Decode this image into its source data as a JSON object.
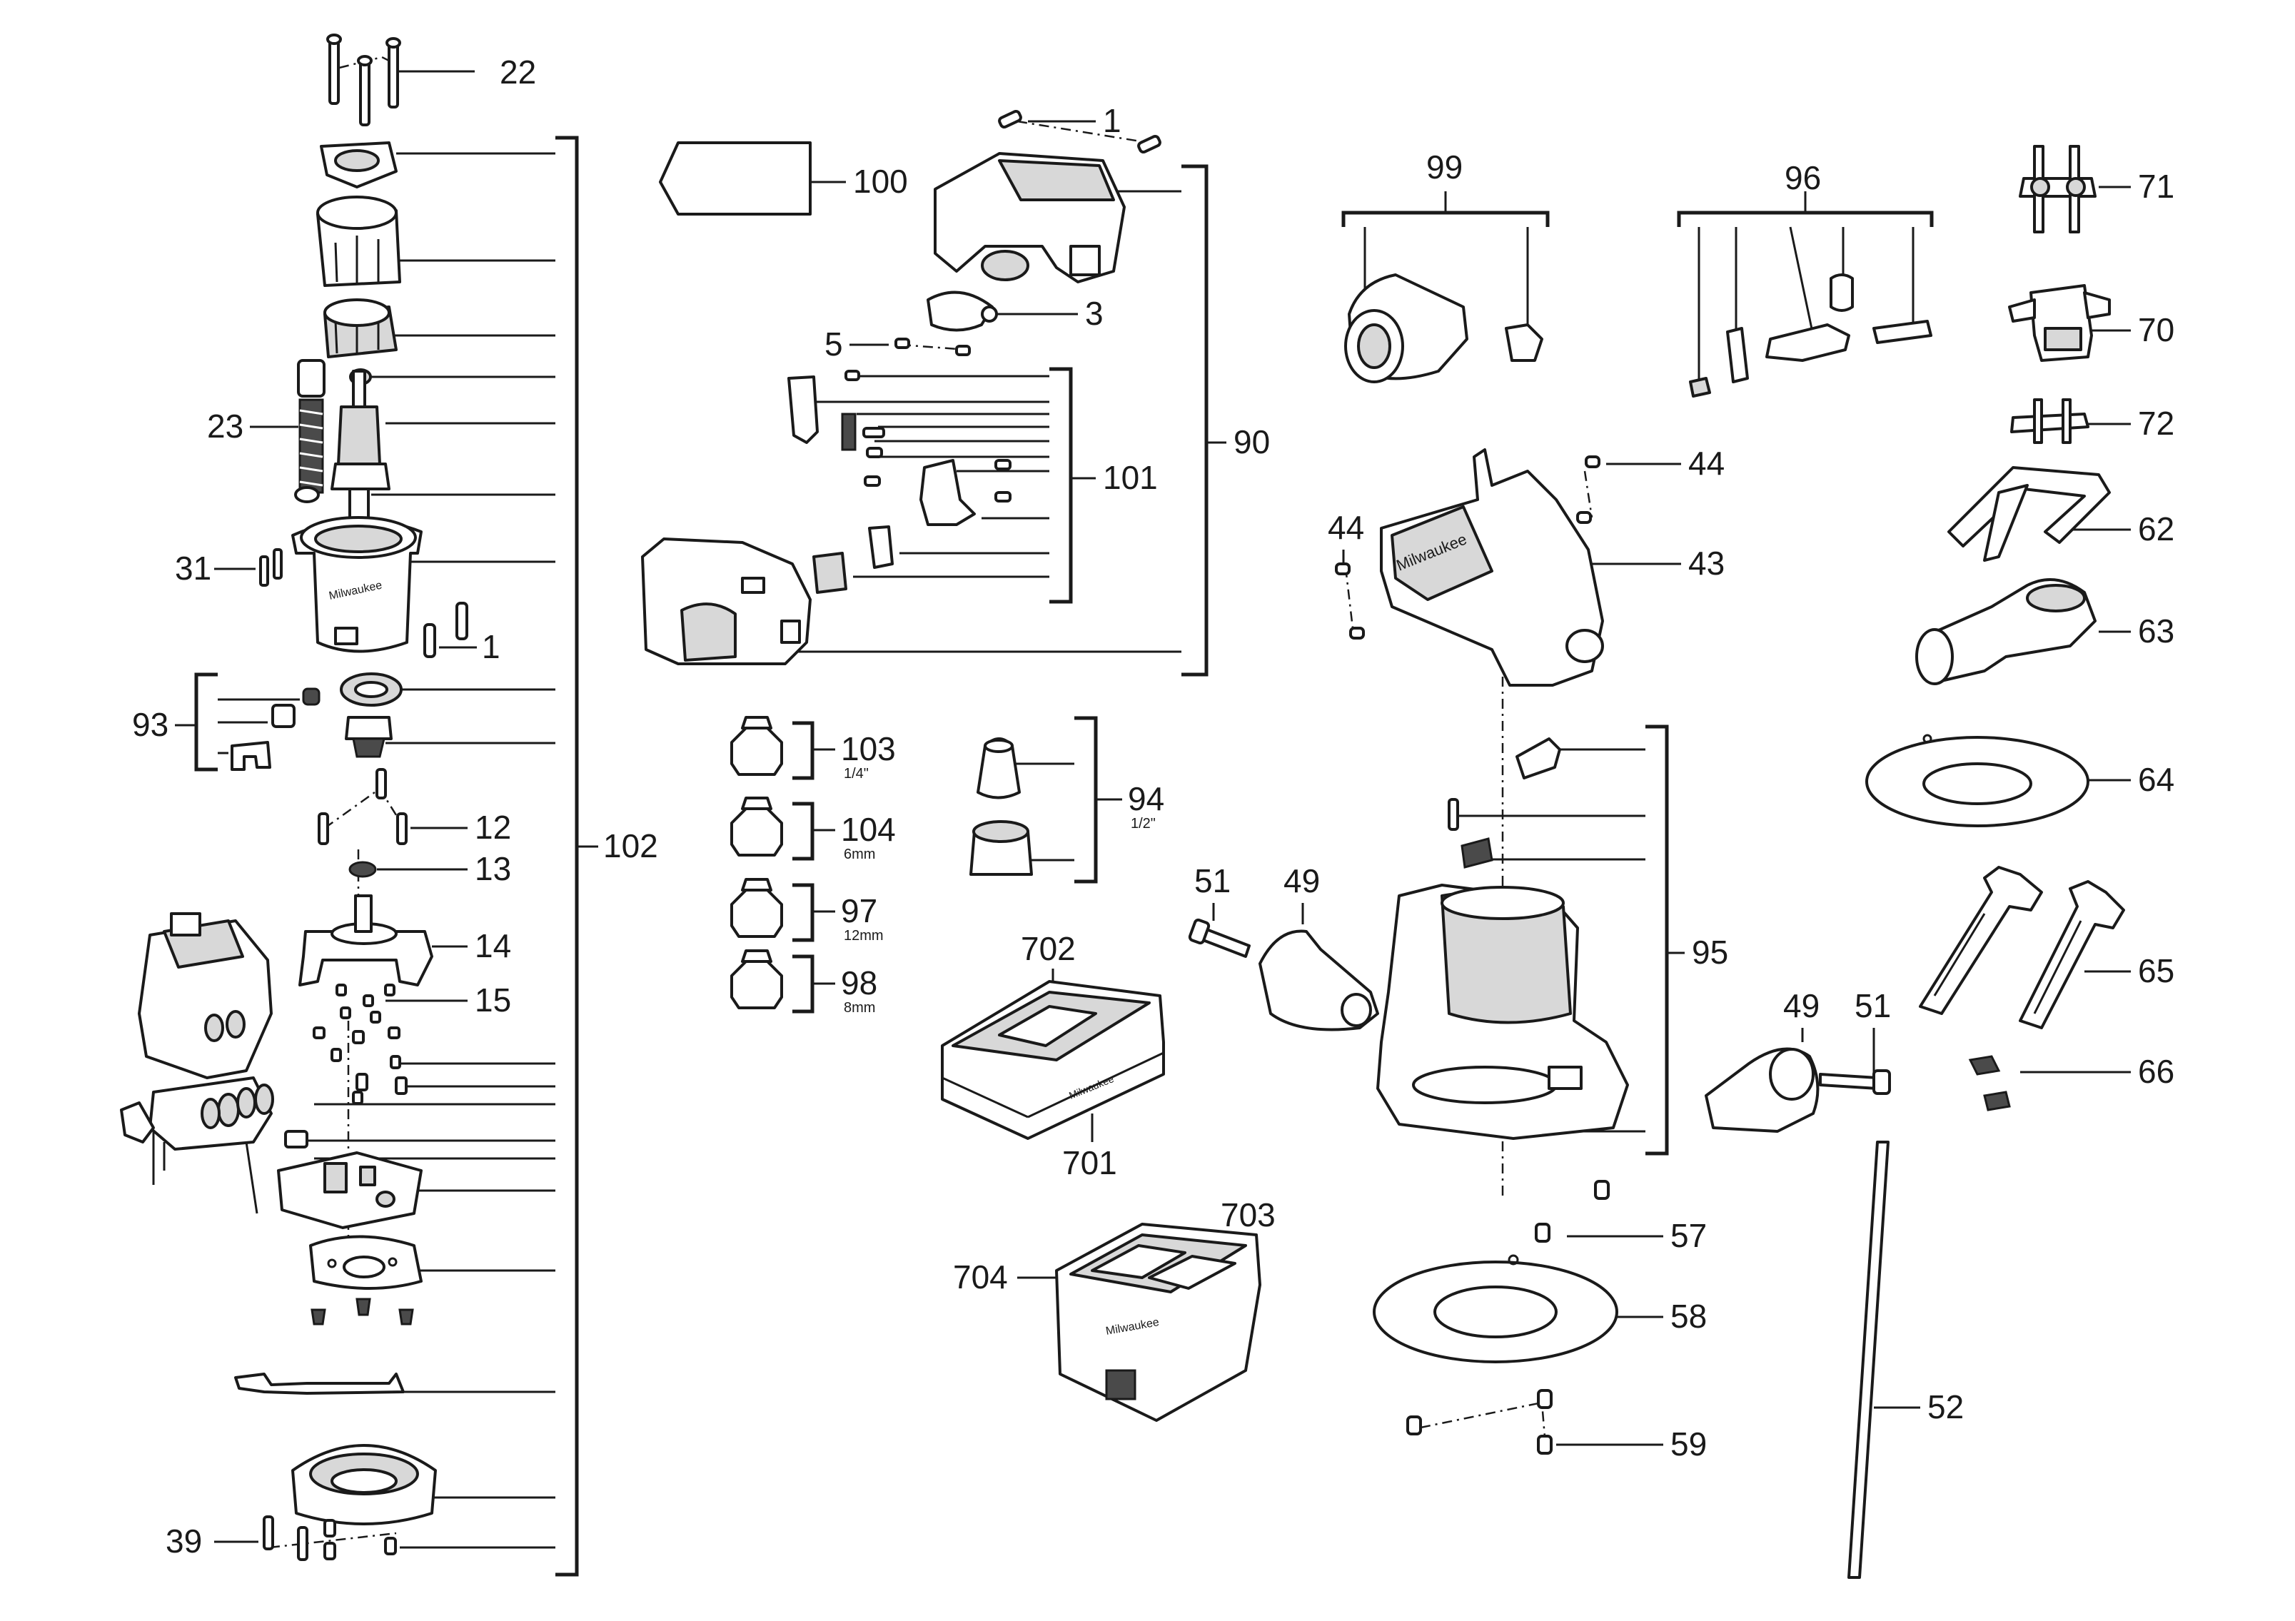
{
  "labels": {
    "n1a": "1",
    "n1b": "1",
    "n3": "3",
    "n5": "5",
    "n12": "12",
    "n13": "13",
    "n14": "14",
    "n15": "15",
    "n22": "22",
    "n23": "23",
    "n31": "31",
    "n39": "39",
    "n43": "43",
    "n44a": "44",
    "n44b": "44",
    "n49a": "49",
    "n49b": "49",
    "n51a": "51",
    "n51b": "51",
    "n52": "52",
    "n57": "57",
    "n58": "58",
    "n59": "59",
    "n62": "62",
    "n63": "63",
    "n64": "64",
    "n65": "65",
    "n66": "66",
    "n70": "70",
    "n71": "71",
    "n72": "72",
    "n90": "90",
    "n93": "93",
    "n94": "94",
    "n95": "95",
    "n96": "96",
    "n97": "97",
    "n98": "98",
    "n99": "99",
    "n100": "100",
    "n101": "101",
    "n102": "102",
    "n103": "103",
    "n104": "104",
    "n701": "701",
    "n702": "702",
    "n703": "703",
    "n704": "704"
  },
  "sublabels": {
    "s103": "1/4\"",
    "s104": "6mm",
    "s97": "12mm",
    "s98": "8mm",
    "s94": "1/2\""
  },
  "brand_text": {
    "housing_logo": "Milwaukee",
    "case_logo": "Milwaukee",
    "packout_logo": "Milwaukee",
    "motor_logo": "Milwaukee"
  },
  "colors": {
    "line": "#1a1a1a",
    "background": "#ffffff",
    "part_fill": "#ffffff",
    "part_shade": "#d8d8d8"
  }
}
